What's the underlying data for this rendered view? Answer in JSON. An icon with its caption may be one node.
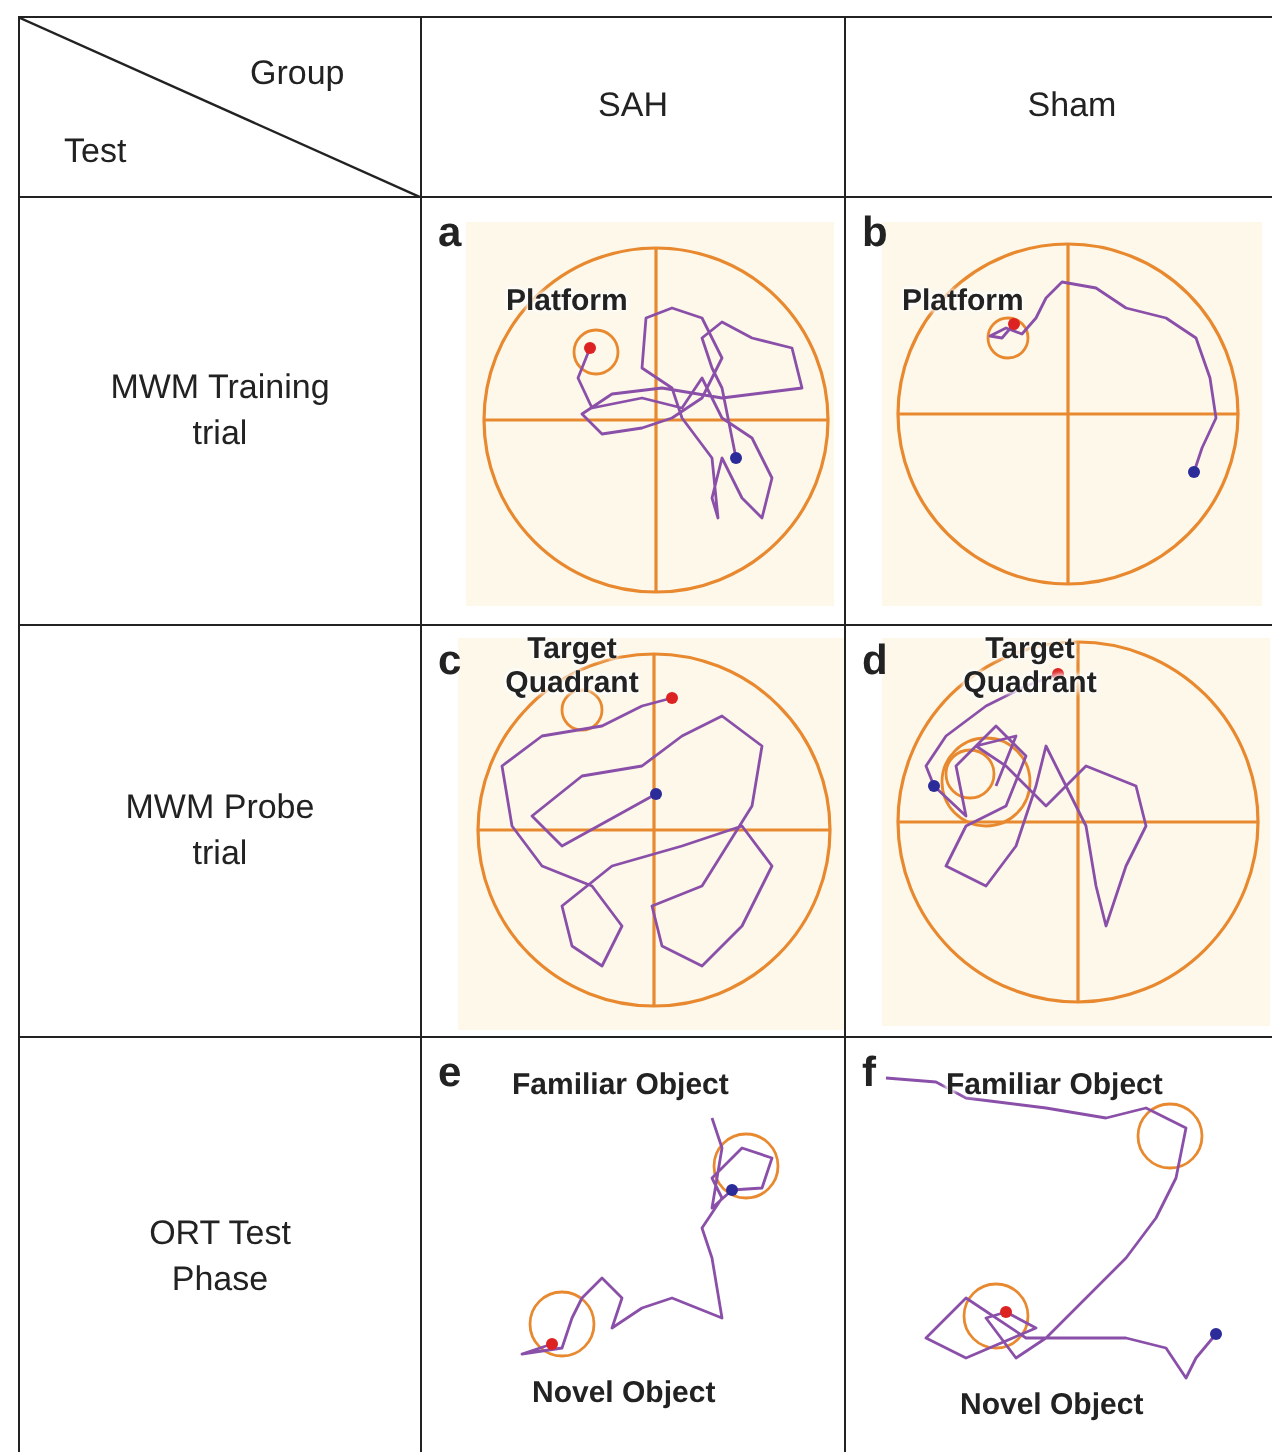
{
  "diagram": {
    "labels": [
      "Group",
      "Test",
      "SAH",
      "Sham",
      "MWM Training trial",
      "a",
      "Platform",
      "b",
      "Platform",
      "MWM Probe trial",
      "c",
      "Target Quadrant",
      "d",
      "Target Quadrant",
      "ORT Test Phase",
      "e",
      "Familiar Object",
      "Novel Object",
      "f",
      "Familiar Object",
      "Novel Object"
    ]
  }
}
